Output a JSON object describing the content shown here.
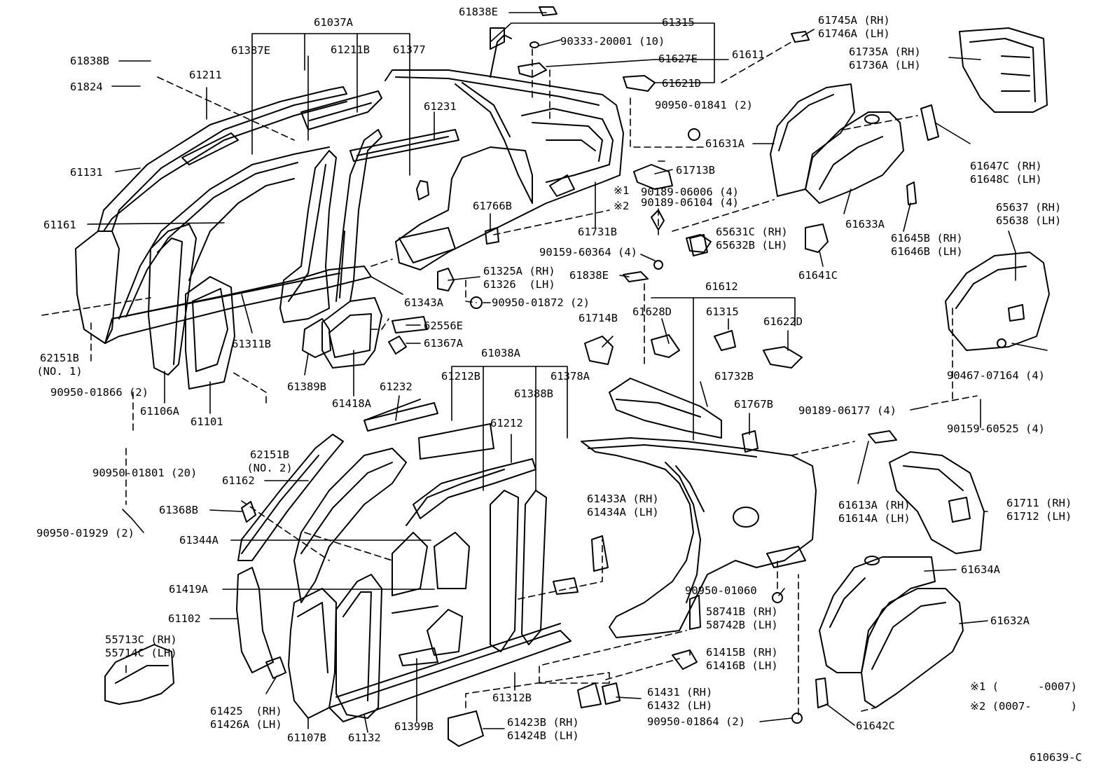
{
  "labels": {
    "p61037A": "61037A",
    "p61315a": "61315",
    "p61838Ea": "61838E",
    "p90333": "90333-20001 (10)",
    "p61627E": "61627E",
    "p61611": "61611",
    "p61621D": "61621D",
    "p61745A": "61745A (RH)\n61746A (LH)",
    "p61735A": "61735A (RH)\n61736A (LH)",
    "p61838B": "61838B",
    "p61824": "61824",
    "p61211": "61211",
    "p61387E": "61387E",
    "p61211B": "61211B",
    "p61377": "61377",
    "p61231": "61231",
    "p61131": "61131",
    "p61161": "61161",
    "p90950_01841": "90950-01841 (2)",
    "p61631A": "61631A",
    "p61713B": "61713B",
    "p90189_06006": "90189-06006 (4)",
    "p90189_06104": "90189-06104 (4)",
    "mark1a": "※1",
    "mark2a": "※2",
    "p61766B": "61766B",
    "p61731B": "61731B",
    "p61647C": "61647C (RH)\n61648C (LH)",
    "p65631C": "65631C (RH)\n65632B (LH)",
    "p90159_60364": "90159-60364 (4)",
    "p61633A": "61633A",
    "p61645B": "61645B (RH)\n61646B (LH)",
    "p65637": "65637 (RH)\n65638 (LH)",
    "p61641C": "61641C",
    "p61838Eb": "61838E",
    "p61325A": "61325A (RH)\n61326  (LH)",
    "p61343A": "61343A",
    "p90950_01872": "90950-01872 (2)",
    "p62151B1": "62151B\n(NO. 1)",
    "p61612": "61612",
    "p61628D": "61628D",
    "p61315b": "61315",
    "p61622D": "61622D",
    "p61714B": "61714B",
    "p62556E": "62556E",
    "p61311B": "61311B",
    "p61367A": "61367A",
    "p90950_01866": "90950-01866 (2)",
    "p61389B": "61389B",
    "p61418A": "61418A",
    "p61106A": "61106A",
    "p61101": "61101",
    "p61038A": "61038A",
    "p61212B": "61212B",
    "p61378A": "61378A",
    "p61232": "61232",
    "p61388B": "61388B",
    "p61732B": "61732B",
    "p90467": "90467-07164 (4)",
    "p61767B": "61767B",
    "p90189_06177": "90189-06177 (4)",
    "p90159_60525": "90159-60525 (4)",
    "p62151B2": "62151B\n(NO. 2)",
    "p61212": "61212",
    "p90950_01801": "90950-01801 (20)",
    "p61162": "61162",
    "p61368B": "61368B",
    "p61433A": "61433A (RH)\n61434A (LH)",
    "p61613A": "61613A (RH)\n61614A (LH)",
    "p61711": "61711 (RH)\n61712 (LH)",
    "p90950_01929": "90950-01929 (2)",
    "p61344A": "61344A",
    "p61634A": "61634A",
    "p61419A": "61419A",
    "p90950_01060": "90950-01060",
    "p58741B": "58741B (RH)\n58742B (LH)",
    "p61102": "61102",
    "p61632A": "61632A",
    "p55713C": "55713C (RH)\n55714C (LH)",
    "p61415B": "61415B (RH)\n61416B (LH)",
    "p61431": "61431 (RH)\n61432 (LH)",
    "note1": "※1 (      -0007)",
    "p61425": "61425  (RH)\n61426A (LH)",
    "p61312B": "61312B",
    "note2": "※2 (0007-      )",
    "p61423B": "61423B (RH)\n61424B (LH)",
    "p90950_01864": "90950-01864 (2)",
    "p61642C": "61642C",
    "p61107B": "61107B",
    "p61132": "61132",
    "p61399B": "61399B",
    "code": "610639-C"
  }
}
